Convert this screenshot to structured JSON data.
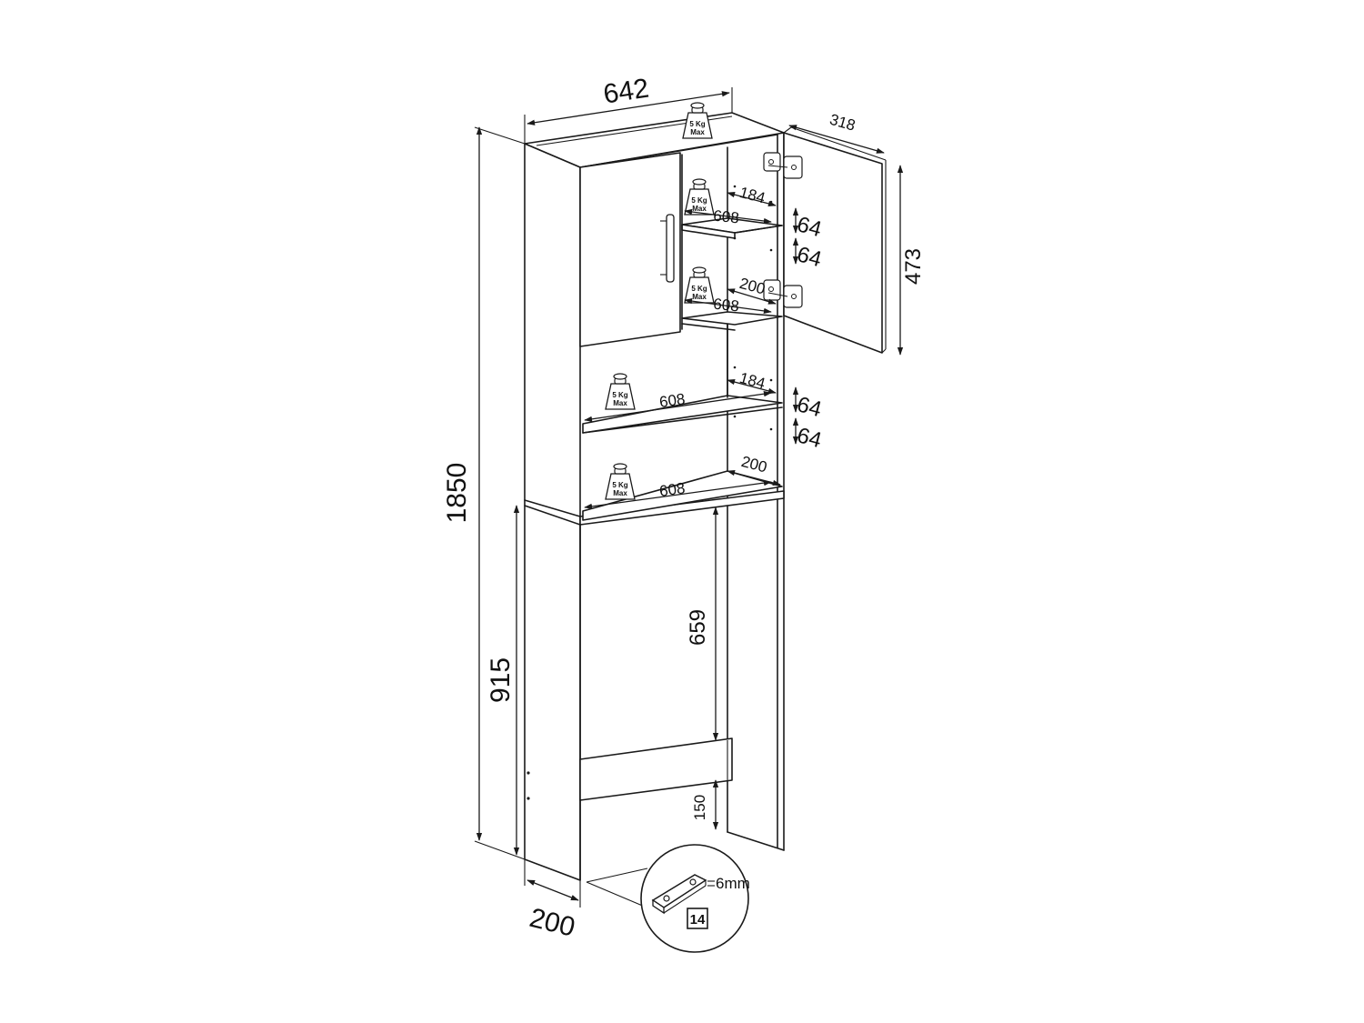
{
  "dimensions": {
    "total_height": "1850",
    "total_width": "642",
    "depth_top": "318",
    "door_height": "473",
    "lower_height": "915",
    "inner_opening_height": "659",
    "base_rail_height": "150",
    "base_depth": "200"
  },
  "shelves": [
    {
      "width": "608",
      "depth": "184",
      "pitch_a": "64",
      "pitch_b": "64",
      "load": [
        "5 Kg",
        "Max"
      ]
    },
    {
      "width": "608",
      "depth": "200",
      "load": [
        "5 Kg",
        "Max"
      ]
    },
    {
      "width": "608",
      "depth": "184",
      "pitch_a": "64",
      "pitch_b": "64",
      "load": [
        "5 Kg",
        "Max"
      ]
    },
    {
      "width": "608",
      "depth": "200",
      "load": [
        "5 Kg",
        "Max"
      ]
    }
  ],
  "top_load": [
    "5 Kg",
    "Max"
  ],
  "detail": {
    "gap_label": "6mm",
    "part_number": "14"
  }
}
